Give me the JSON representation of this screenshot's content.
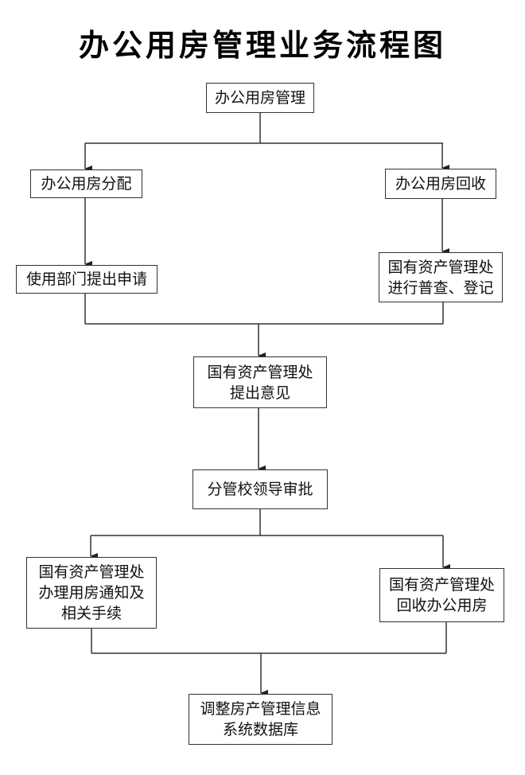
{
  "title": "办公用房管理业务流程图",
  "nodes": {
    "root": "办公用房管理",
    "allocation": "办公用房分配",
    "recovery": "办公用房回收",
    "dept_apply": "使用部门提出申请",
    "asset_survey": "国有资产管理处\n进行普查、登记",
    "asset_opinion": "国有资产管理处\n提出意见",
    "leader_approval": "分管校领导审批",
    "asset_notice": "国有资产管理处\n办理用房通知及\n相关手续",
    "asset_recover": "国有资产管理处\n回收办公用房",
    "update_db": "调整房产管理信息\n系统数据库"
  },
  "edges": [
    {
      "from": "root",
      "to": "allocation"
    },
    {
      "from": "root",
      "to": "recovery"
    },
    {
      "from": "allocation",
      "to": "dept_apply"
    },
    {
      "from": "recovery",
      "to": "asset_survey"
    },
    {
      "from": "dept_apply",
      "to": "asset_opinion"
    },
    {
      "from": "asset_survey",
      "to": "asset_opinion"
    },
    {
      "from": "asset_opinion",
      "to": "leader_approval"
    },
    {
      "from": "leader_approval",
      "to": "asset_notice"
    },
    {
      "from": "leader_approval",
      "to": "asset_recover"
    },
    {
      "from": "asset_notice",
      "to": "update_db"
    },
    {
      "from": "asset_recover",
      "to": "update_db"
    }
  ]
}
